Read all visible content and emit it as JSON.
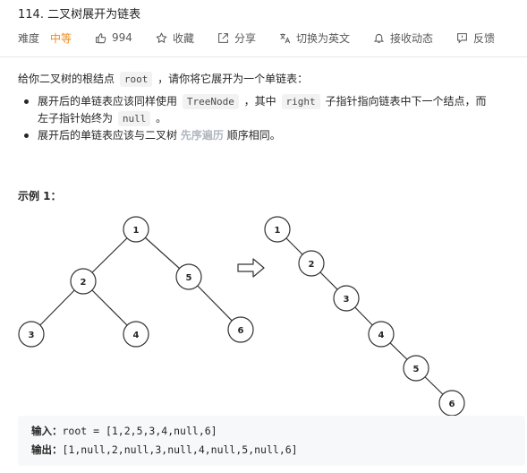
{
  "problem": {
    "title": "114. 二叉树展开为链表",
    "difficulty_label": "难度",
    "difficulty_value": "中等",
    "likes": "994",
    "favorite_label": "收藏",
    "share_label": "分享",
    "translate_label": "切换为英文",
    "subscribe_label": "接收动态",
    "feedback_label": "反馈"
  },
  "description": {
    "intro_prefix": "给你二叉树的根结点",
    "intro_code": "root",
    "intro_suffix": "，请你将它展开为一个单链表：",
    "bullet1_a": "展开后的单链表应该同样使用",
    "bullet1_code1": "TreeNode",
    "bullet1_b": "，其中",
    "bullet1_code2": "right",
    "bullet1_c": "子指针指向链表中下一个结点，而",
    "bullet1_d": "左子指针始终为",
    "bullet1_code3": "null",
    "bullet1_e": "。",
    "bullet2_a": "展开后的单链表应该与二叉树",
    "bullet2_link": "先序遍历",
    "bullet2_b": "顺序相同。"
  },
  "example": {
    "title": "示例 1：",
    "input_label": "输入：",
    "input_value": "root = [1,2,5,3,4,null,6]",
    "output_label": "输出：",
    "output_value": "[1,null,2,null,3,null,4,null,5,null,6]",
    "tree_nodes": [
      "1",
      "2",
      "5",
      "3",
      "4",
      "6"
    ],
    "list_nodes": [
      "1",
      "2",
      "3",
      "4",
      "5",
      "6"
    ]
  },
  "colors": {
    "medium": "#ef8b1f",
    "node_border": "#333333",
    "link": "#b0b7c0"
  },
  "icons": [
    "thumbs-up-icon",
    "star-icon",
    "share-icon",
    "translate-icon",
    "bell-icon",
    "feedback-icon",
    "arrow-right-icon"
  ]
}
